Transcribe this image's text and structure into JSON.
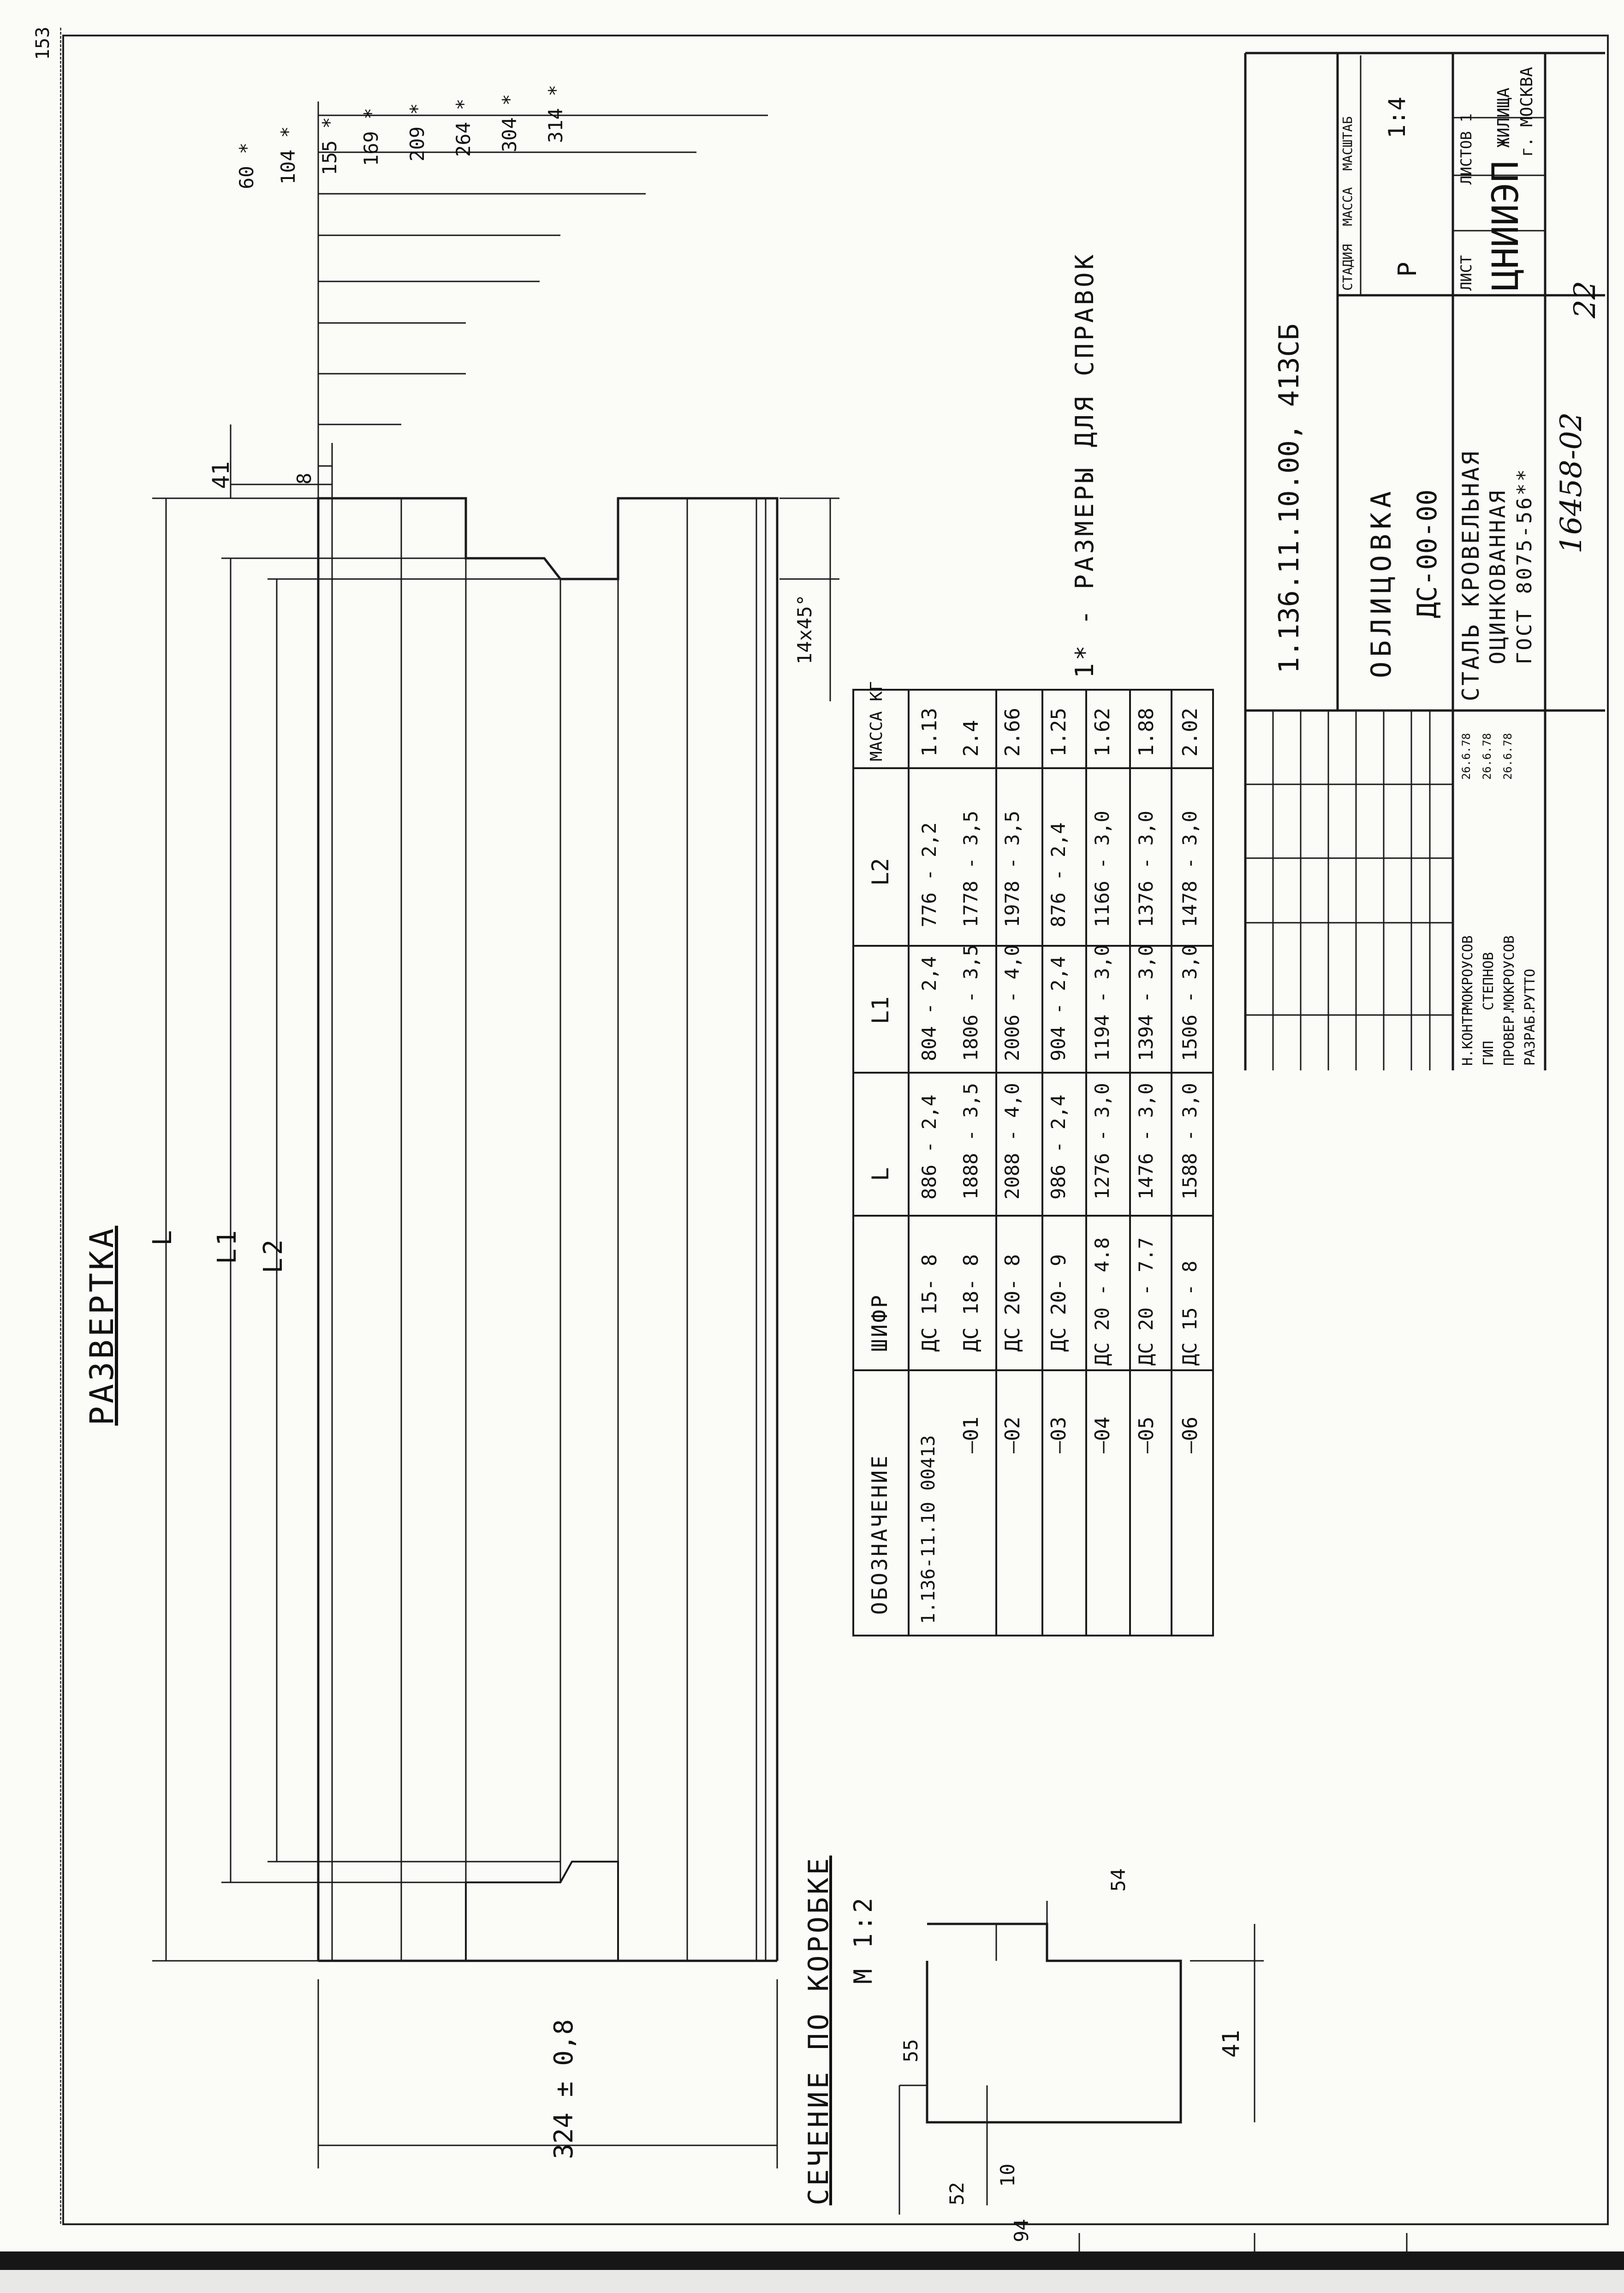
{
  "page_marker": "153",
  "unfold": {
    "title": "РАЗВЕРТКА",
    "length_labels": [
      "L",
      "L1",
      "L2"
    ],
    "top_dims": [
      "314 *",
      "304 *",
      "264 *",
      "209 *",
      "169 *",
      "155 *",
      "104 *",
      "60 *"
    ],
    "small_dims": [
      "41",
      "8"
    ],
    "chamfer": "14x45°",
    "width_dim": "324 ± 0,8"
  },
  "section": {
    "title": "СЕЧЕНИЕ ПО КОРОБКЕ",
    "scale": "М 1:2",
    "dims": [
      "54",
      "55",
      "41",
      "52",
      "10",
      "94"
    ]
  },
  "reference_note": "1* - РАЗМЕРЫ ДЛЯ СПРАВОК",
  "table": {
    "headers": [
      "ОБОЗНАЧЕНИЕ",
      "ШИФР",
      "L",
      "L1",
      "L2",
      "МАССА КГ"
    ],
    "rows": [
      [
        "1.136-11.10 00413",
        "ДС 15- 8",
        "886 - 2,4",
        "804 - 2,4",
        "776 - 2,2",
        "1.13"
      ],
      [
        "—01",
        "ДС 18- 8",
        "1888 - 3,5",
        "1806 - 3,5",
        "1778 - 3,5",
        "2.4"
      ],
      [
        "—02",
        "ДС 20- 8",
        "2088 - 4,0",
        "2006 - 4,0",
        "1978 - 3,5",
        "2.66"
      ],
      [
        "—03",
        "ДС 20- 9",
        "986 - 2,4",
        "904 - 2,4",
        "876 - 2,4",
        "1.25"
      ],
      [
        "—04",
        "ДС 20 - 4.8",
        "1276 - 3,0",
        "1194 - 3,0",
        "1166 - 3,0",
        "1.62"
      ],
      [
        "—05",
        "ДС 20 - 7.7",
        "1476 - 3,0",
        "1394 - 3,0",
        "1376 - 3,0",
        "1.88"
      ],
      [
        "—06",
        "ДС 15 - 8",
        "1588 - 3,0",
        "1506 - 3,0",
        "1478 - 3,0",
        "2.02"
      ]
    ]
  },
  "title_block": {
    "doc_number": "1.136.11.10.00, 413СБ",
    "name": "ОБЛИЦОВКА",
    "code": "ДС-00-00",
    "material_line1": "СТАЛЬ КРОВЕЛЬНАЯ",
    "material_line2": "ОЦИНКОВАННАЯ",
    "material_line3": "ГОСТ 8075-56**",
    "stage_label": "СТАДИЯ",
    "mass_label": "МАССА",
    "scale_label": "МАСШТАБ",
    "stage": "Р",
    "scale": "1:4",
    "sheet_label": "ЛИСТ",
    "sheets_label": "ЛИСТОВ 1",
    "org": "ЦНИИЭП",
    "org_sub1": "ЖИЛИЩА",
    "org_sub2": "г. МОСКВА",
    "signers": [
      {
        "role": "Н.КОНТР",
        "name": "МОКРОУСОВ",
        "date": "26.6.78"
      },
      {
        "role": "ГИП",
        "name": "СТЕПНОВ",
        "date": "26.6.78"
      },
      {
        "role": "ПРОВЕР.",
        "name": "МОКРОУСОВ",
        "date": "26.6.78"
      },
      {
        "role": "РАЗРАБ.",
        "name": "РУТТО",
        "date": ""
      }
    ]
  },
  "archive_number": "16458-02",
  "page_number": "22"
}
